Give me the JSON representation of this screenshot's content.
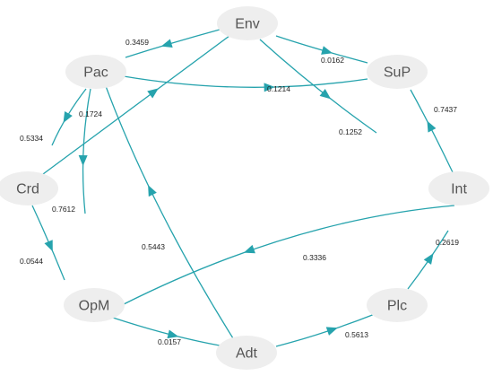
{
  "colors": {
    "edge": "#26a3ad",
    "node_fill": "#eeeeee",
    "node_text": "#555555",
    "label_text": "#222222"
  },
  "nodes": [
    {
      "id": "Env",
      "label": "Env"
    },
    {
      "id": "Pac",
      "label": "Pac"
    },
    {
      "id": "SuP",
      "label": "SuP"
    },
    {
      "id": "Crd",
      "label": "Crd"
    },
    {
      "id": "Int",
      "label": "Int"
    },
    {
      "id": "OpM",
      "label": "OpM"
    },
    {
      "id": "Plc",
      "label": "Plc"
    },
    {
      "id": "Adt",
      "label": "Adt"
    }
  ],
  "edges": [
    {
      "from": "Env",
      "to": "Pac",
      "weight": "0.3459"
    },
    {
      "from": "Env",
      "to": "SuP",
      "weight": "0.0162"
    },
    {
      "from": "Env",
      "to": "Int",
      "weight": "0.1252"
    },
    {
      "from": "Crd",
      "to": "Env",
      "weight": "0.1724"
    },
    {
      "from": "Pac",
      "to": "SuP",
      "weight": "0.1214"
    },
    {
      "from": "Pac",
      "to": "Crd",
      "weight": "0.5334"
    },
    {
      "from": "Pac",
      "to": "OpM",
      "weight": "0.7612"
    },
    {
      "from": "Adt",
      "to": "Pac",
      "weight": "0.5443"
    },
    {
      "from": "Int",
      "to": "SuP",
      "weight": "0.7437"
    },
    {
      "from": "Crd",
      "to": "OpM",
      "weight": "0.0544"
    },
    {
      "from": "Int",
      "to": "OpM",
      "weight": "0.3336"
    },
    {
      "from": "OpM",
      "to": "Adt",
      "weight": "0.0157"
    },
    {
      "from": "Adt",
      "to": "Plc",
      "weight": "0.5613"
    },
    {
      "from": "Plc",
      "to": "Int",
      "weight": "0.2619"
    }
  ]
}
